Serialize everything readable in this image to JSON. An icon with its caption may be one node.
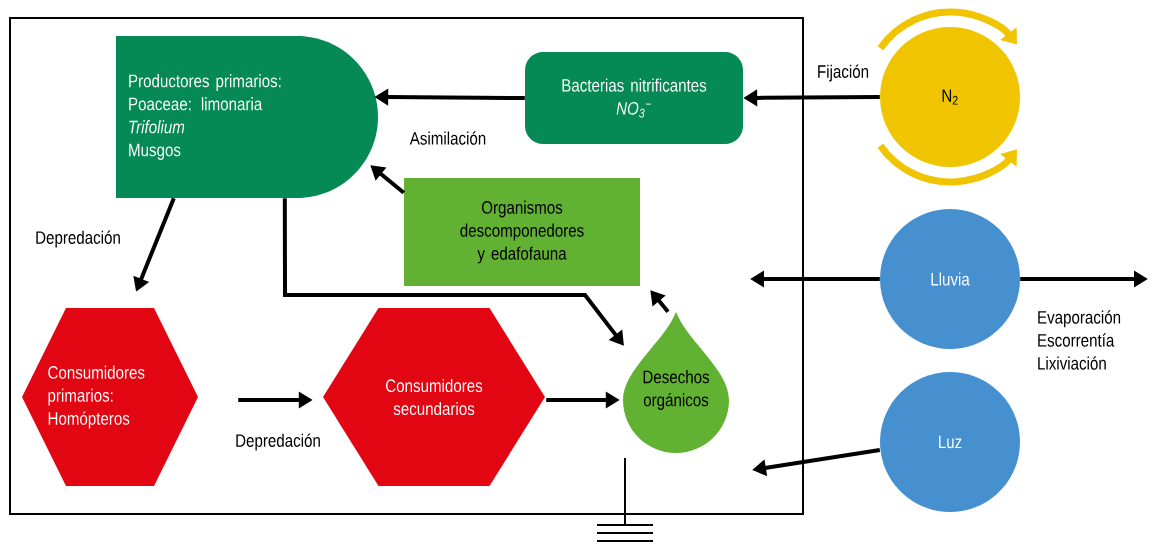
{
  "diagram": {
    "nodes": [
      {
        "text": [],
        "shape": "box"
      },
      {
        "text": [
          "Productores primarios:",
          "Poaceae: limonaria",
          "Trifolium",
          "Musgos"
        ],
        "in": 0
      },
      {
        "text": [
          "Bacterias nitrificantes",
          "NO$_{3}$$^{−}$"
        ],
        "in": 0
      },
      {
        "text": [
          "N$_{2}$"
        ]
      },
      {
        "text": [
          "Organismos descomponedores y edafofauna"
        ],
        "in": 0
      },
      {
        "text": [
          "Lluvia"
        ]
      },
      {
        "text": [
          "Consumidores primarios: Homópteros"
        ],
        "in": 0
      },
      {
        "text": [
          "Consumidores secundarios"
        ],
        "in": 0
      },
      {
        "text": [
          "Desechos orgánicos"
        ],
        "in": 0
      },
      {
        "text": [
          "Luz"
        ]
      }
    ],
    "edges": [
      {
        "from": 2,
        "to": 1,
        "arrow": "to",
        "label": "Asimilación"
      },
      {
        "from": 3,
        "to": 2,
        "arrow": "to",
        "label": "Fijación"
      },
      {
        "from": 4,
        "to": 1,
        "arrow": "to"
      },
      {
        "from": 1,
        "to": 6,
        "arrow": "to",
        "label": "Depredación"
      },
      {
        "from": 1,
        "to": 8,
        "arrow": "to"
      },
      {
        "from": 6,
        "to": 7,
        "arrow": "to",
        "label": "Depredación"
      },
      {
        "from": 7,
        "to": 8,
        "arrow": "to"
      },
      {
        "from": 8,
        "to": 4,
        "arrow": "to"
      },
      {
        "from": 5,
        "to": null,
        "arrow": "to"
      },
      {
        "from": 5,
        "to": null,
        "arrow": "to"
      },
      {
        "from": 9,
        "to": null,
        "arrow": "to"
      }
    ],
    "labels": [
      "Evaporación Escorrentía Lixiviación"
    ]
  }
}
